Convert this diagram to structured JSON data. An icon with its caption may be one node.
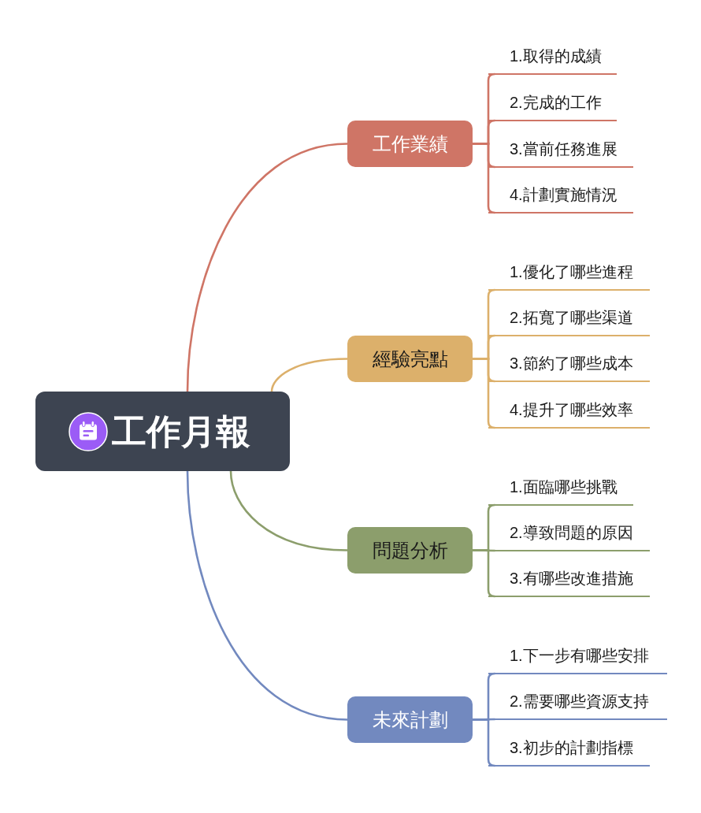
{
  "diagram": {
    "nodes": [
      {
        "text": [
          "工作月報"
        ]
      },
      {
        "text": [
          "工作業績"
        ]
      },
      {
        "text": [
          "1.取得的成績"
        ]
      },
      {
        "text": [
          "2.完成的工作"
        ]
      },
      {
        "text": [
          "3.當前任務進展"
        ]
      },
      {
        "text": [
          "4.計劃實施情況"
        ]
      },
      {
        "text": [
          "經驗亮點"
        ]
      },
      {
        "text": [
          "1.優化了哪些進程"
        ]
      },
      {
        "text": [
          "2.拓寬了哪些渠道"
        ]
      },
      {
        "text": [
          "3.節約了哪些成本"
        ]
      },
      {
        "text": [
          "4.提升了哪些效率"
        ]
      },
      {
        "text": [
          "問題分析"
        ]
      },
      {
        "text": [
          "1.面臨哪些挑戰"
        ]
      },
      {
        "text": [
          "2.導致問題的原因"
        ]
      },
      {
        "text": [
          "3.有哪些改進措施"
        ]
      },
      {
        "text": [
          "未來計劃"
        ]
      },
      {
        "text": [
          "1.下一步有哪些安排"
        ]
      },
      {
        "text": [
          "2.需要哪些資源支持"
        ]
      },
      {
        "text": [
          "3.初步的計劃指標"
        ]
      }
    ],
    "edges": [
      {
        "from": 0,
        "to": 1,
        "arrow": "none",
        "color": "#cf7566"
      },
      {
        "from": 1,
        "to": 2,
        "arrow": "none",
        "color": "#cf7566"
      },
      {
        "from": 1,
        "to": 3,
        "arrow": "none",
        "color": "#cf7566"
      },
      {
        "from": 1,
        "to": 4,
        "arrow": "none",
        "color": "#cf7566"
      },
      {
        "from": 1,
        "to": 5,
        "arrow": "none",
        "color": "#cf7566"
      },
      {
        "from": 0,
        "to": 6,
        "arrow": "none",
        "color": "#dcb06b"
      },
      {
        "from": 6,
        "to": 7,
        "arrow": "none",
        "color": "#dcb06b"
      },
      {
        "from": 6,
        "to": 8,
        "arrow": "none",
        "color": "#dcb06b"
      },
      {
        "from": 6,
        "to": 9,
        "arrow": "none",
        "color": "#dcb06b"
      },
      {
        "from": 6,
        "to": 10,
        "arrow": "none",
        "color": "#dcb06b"
      },
      {
        "from": 0,
        "to": 11,
        "arrow": "none",
        "color": "#8c9e6c"
      },
      {
        "from": 11,
        "to": 12,
        "arrow": "none",
        "color": "#8c9e6c"
      },
      {
        "from": 11,
        "to": 13,
        "arrow": "none",
        "color": "#8c9e6c"
      },
      {
        "from": 11,
        "to": 14,
        "arrow": "none",
        "color": "#8c9e6c"
      },
      {
        "from": 0,
        "to": 15,
        "arrow": "none",
        "color": "#7289bf"
      },
      {
        "from": 15,
        "to": 16,
        "arrow": "none",
        "color": "#7289bf"
      },
      {
        "from": 15,
        "to": 17,
        "arrow": "none",
        "color": "#7289bf"
      },
      {
        "from": 15,
        "to": 18,
        "arrow": "none",
        "color": "#7289bf"
      }
    ]
  }
}
